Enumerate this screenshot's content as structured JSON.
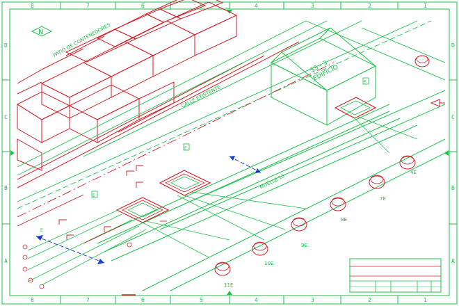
{
  "drawing": {
    "column_labels_top": [
      "8",
      "7",
      "6",
      "5",
      "4",
      "3",
      "2",
      "1"
    ],
    "column_labels_bottom": [
      "8",
      "7",
      "6",
      "5",
      "4",
      "3",
      "2",
      "1"
    ],
    "row_labels_left": [
      "D",
      "C",
      "B",
      "A"
    ],
    "row_labels_right": [
      "D",
      "C",
      "B",
      "A"
    ]
  },
  "labels": {
    "container_yard": "PATIO DE CONTENEDORES",
    "existing_street": "CALLE EXISTENTE",
    "building_line1": "SS - 3",
    "building_line2": "EDIFICIO",
    "pier": "MUELLE 15",
    "berth_11e": "11E",
    "berth_10e": "10E",
    "berth_9e": "9E",
    "berth_8e": "8E",
    "berth_7e": "7E",
    "berth_4e": "4E",
    "section_marker": "E",
    "vault_a": "E",
    "vault_b": "E",
    "vault_c": "E"
  },
  "icons": {
    "north_arrow": "north-arrow-icon",
    "bollard": "bollard-icon"
  },
  "colors": {
    "linework_green": "#19c24a",
    "linework_red": "#d41e28",
    "section_blue": "#1a3fd6",
    "background": "#ffffff"
  }
}
